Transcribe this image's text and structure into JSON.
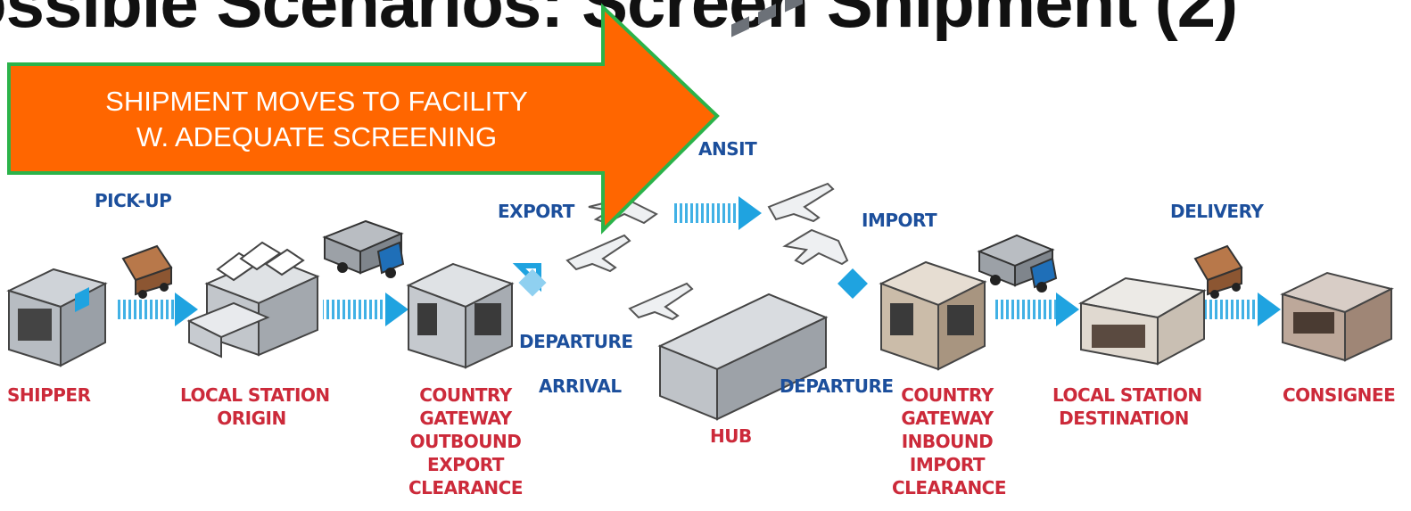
{
  "title": "ossible Scenarios: Screen Shipment (2)",
  "callout": {
    "line1": "SHIPMENT  MOVES TO FACILITY",
    "line2": "W. ADEQUATE SCREENING",
    "fill": "#ff6600",
    "border": "#2bb34a"
  },
  "stages": {
    "pickup": "PICK-UP",
    "transit": "ANSIT",
    "export": "EXPORT",
    "import": "IMPORT",
    "delivery": "DELIVERY",
    "departure1": "DEPARTURE",
    "arrival": "ARRIVAL",
    "departure2": "DEPARTURE"
  },
  "nodes": {
    "shipper": "SHIPPER",
    "local_origin_1": "LOCAL STATION",
    "local_origin_2": "ORIGIN",
    "gw_out_1": "COUNTRY",
    "gw_out_2": "GATEWAY",
    "gw_out_3": "OUTBOUND",
    "gw_out_4": "EXPORT",
    "gw_out_5": "CLEARANCE",
    "hub": "HUB",
    "gw_in_1": "COUNTRY",
    "gw_in_2": "GATEWAY",
    "gw_in_3": "INBOUND",
    "gw_in_4": "IMPORT",
    "gw_in_5": "CLEARANCE",
    "local_dest_1": "LOCAL STATION",
    "local_dest_2": "DESTINATION",
    "consignee": "CONSIGNEE"
  },
  "colors": {
    "node_label": "#cc2a3a",
    "stage_label": "#1c4f9c",
    "flow_arrow": "#1fa3e0"
  }
}
